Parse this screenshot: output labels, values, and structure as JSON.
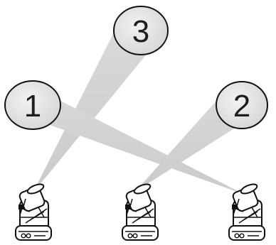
{
  "spots": [
    {
      "id": "spot-1",
      "label": "1"
    },
    {
      "id": "spot-2",
      "label": "2"
    },
    {
      "id": "spot-3",
      "label": "3"
    }
  ],
  "fixtures": [
    {
      "id": "fixture-left"
    },
    {
      "id": "fixture-center"
    },
    {
      "id": "fixture-right"
    }
  ]
}
